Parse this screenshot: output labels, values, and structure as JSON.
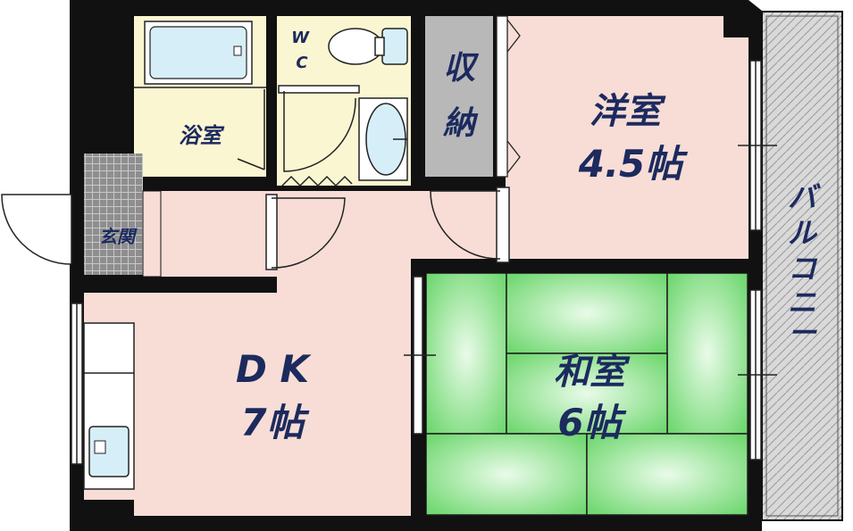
{
  "rooms": {
    "western": {
      "name": "洋室",
      "size": "4.5帖"
    },
    "japanese": {
      "name": "和室",
      "size": "6帖"
    },
    "dk": {
      "name": "D K",
      "size": "7帖"
    },
    "bath": {
      "name": "浴室"
    },
    "wc": {
      "line1": "W",
      "line2": "C"
    },
    "storage": {
      "line1": "収",
      "line2": "納"
    },
    "entrance": {
      "name": "玄関"
    },
    "balcony": {
      "chars": [
        "バ",
        "ル",
        "コ",
        "ニ",
        "ー"
      ]
    }
  },
  "colors": {
    "wall": "#111111",
    "floor_pink": "#f7ddd6",
    "tatami": "#7fe07f",
    "bath_yellow": "#fbf6d2",
    "storage_gray": "#b8b8b8",
    "fixture_blue": "#d6eef7",
    "label": "#1c2a5e"
  }
}
